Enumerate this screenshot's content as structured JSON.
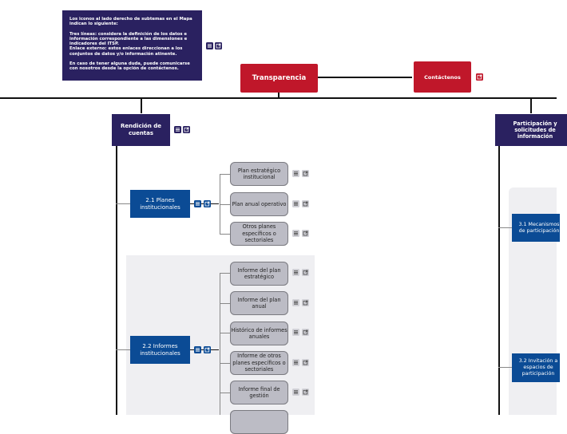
{
  "legend": {
    "paragraphs": [
      "Los iconos al lado derecho de subtemas en el Mapa indican lo siguiente:",
      "Tres líneas:   considera la definición de los datos e información correspondiente a las dimensiones e indicadores del ITSP.",
      "Enlace externo:    estos enlaces direccionan a los conjuntos de datos y/o información atinente.",
      "En caso de tener alguna duda, puede comunicarse con nosotros desde la opción de contáctenos."
    ],
    "icons": [
      "notes-icon",
      "external-link-icon"
    ]
  },
  "root": {
    "label": "Transparencia"
  },
  "contact": {
    "label": "Contáctenos",
    "icon": "external-link-icon"
  },
  "branches": [
    {
      "label": "Rendición de cuentas",
      "icons": [
        "notes-icon",
        "external-link-icon"
      ],
      "subtopics": [
        {
          "label": "2.1 Planes institucionales",
          "icons": [
            "notes-icon",
            "external-link-icon"
          ],
          "items": [
            "Plan estratégico institucional",
            "Plan anual operativo",
            "Otros planes específicos o sectoriales"
          ]
        },
        {
          "label": "2.2 Informes institucionales",
          "icons": [
            "notes-icon",
            "external-link-icon"
          ],
          "items": [
            "Informe del plan estratégico",
            "Informe del plan anual",
            "Histórico de informes anuales",
            "Informe de otros planes específicos o sectoriales",
            "Informe final de gestión",
            ""
          ]
        }
      ]
    },
    {
      "label": "Participación y solicitudes de información",
      "subtopics": [
        {
          "label": "3.1 Mecanismos de participación"
        },
        {
          "label": "3.2 Invitación a espacios de participación"
        }
      ]
    }
  ],
  "colors": {
    "root": "#c0172a",
    "branch": "#2a2160",
    "subtopic": "#0b4b95",
    "leaf": "#bcbcc5",
    "panel": "#efeff2"
  }
}
